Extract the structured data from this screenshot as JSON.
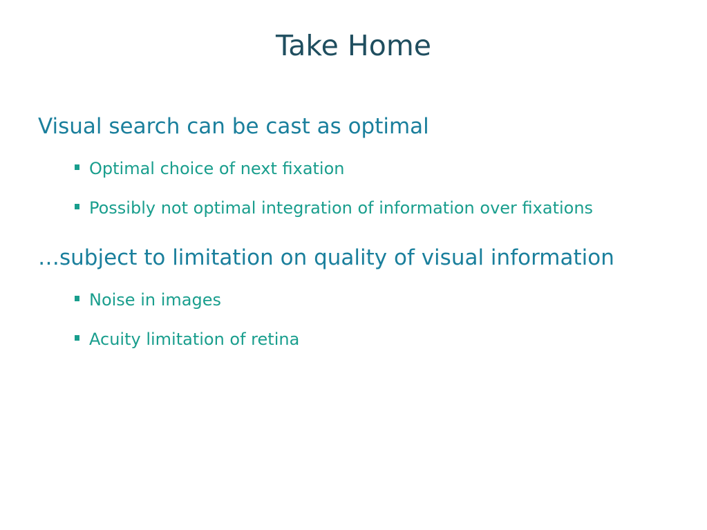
{
  "slide": {
    "title": "Take Home",
    "sections": [
      {
        "heading": "Visual search can be cast as optimal",
        "bullets": [
          "Optimal choice of next fixation",
          "Possibly not optimal integration of information over fixations"
        ]
      },
      {
        "heading": "…subject to limitation on quality of visual information",
        "bullets": [
          "Noise in images",
          "Acuity limitation of retina"
        ]
      }
    ]
  },
  "colors": {
    "title": "#1f4e5f",
    "level1": "#1a7f9c",
    "level2": "#199e8d",
    "background": "#ffffff"
  },
  "icons": {
    "bullet": "square-bullet-icon"
  }
}
